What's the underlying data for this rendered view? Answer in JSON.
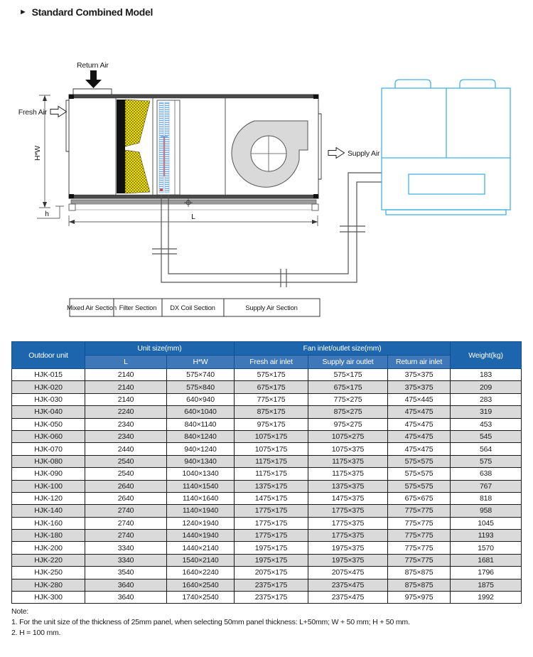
{
  "page": {
    "title_marker": "►",
    "title": "Standard Combined Model"
  },
  "diagram": {
    "labels": {
      "return_air": "Return Air",
      "fresh_air": "Fresh Air",
      "supply_air": "Supply Air",
      "height_width": "H*W",
      "base_height": "h",
      "length": "L"
    },
    "sections": [
      "Mixed Air Section",
      "Filter Section",
      "DX Coil Section",
      "Supply Air Section"
    ]
  },
  "table": {
    "header": {
      "outdoor_unit": "Outdoor unit",
      "unit_size_group": "Unit size(mm)",
      "fan_group": "Fan inlet/outlet size(mm)",
      "weight": "Weight(kg)",
      "sub": [
        "L",
        "H*W",
        "Fresh air inlet",
        "Supply air outlet",
        "Return air inlet"
      ]
    },
    "rows": [
      [
        "HJK-015",
        "2140",
        "575×740",
        "575×175",
        "575×175",
        "375×375",
        "183"
      ],
      [
        "HJK-020",
        "2140",
        "575×840",
        "675×175",
        "675×175",
        "375×375",
        "209"
      ],
      [
        "HJK-030",
        "2140",
        "640×940",
        "775×175",
        "775×275",
        "475×445",
        "283"
      ],
      [
        "HJK-040",
        "2240",
        "640×1040",
        "875×175",
        "875×275",
        "475×475",
        "319"
      ],
      [
        "HJK-050",
        "2340",
        "840×1140",
        "975×175",
        "975×275",
        "475×475",
        "453"
      ],
      [
        "HJK-060",
        "2340",
        "840×1240",
        "1075×175",
        "1075×275",
        "475×475",
        "545"
      ],
      [
        "HJK-070",
        "2440",
        "940×1240",
        "1075×175",
        "1075×375",
        "475×475",
        "564"
      ],
      [
        "HJK-080",
        "2540",
        "940×1340",
        "1175×175",
        "1175×375",
        "575×575",
        "575"
      ],
      [
        "HJK-090",
        "2540",
        "1040×1340",
        "1175×175",
        "1175×375",
        "575×575",
        "638"
      ],
      [
        "HJK-100",
        "2640",
        "1140×1540",
        "1375×175",
        "1375×375",
        "575×575",
        "767"
      ],
      [
        "HJK-120",
        "2640",
        "1140×1640",
        "1475×175",
        "1475×375",
        "675×675",
        "818"
      ],
      [
        "HJK-140",
        "2740",
        "1140×1940",
        "1775×175",
        "1775×375",
        "775×775",
        "958"
      ],
      [
        "HJK-160",
        "2740",
        "1240×1940",
        "1775×175",
        "1775×375",
        "775×775",
        "1045"
      ],
      [
        "HJK-180",
        "2740",
        "1440×1940",
        "1775×175",
        "1775×375",
        "775×775",
        "1193"
      ],
      [
        "HJK-200",
        "3340",
        "1440×2140",
        "1975×175",
        "1975×375",
        "775×775",
        "1570"
      ],
      [
        "HJK-220",
        "3340",
        "1540×2140",
        "1975×175",
        "1975×375",
        "775×775",
        "1681"
      ],
      [
        "HJK-250",
        "3540",
        "1640×2240",
        "2075×175",
        "2075×475",
        "875×875",
        "1796"
      ],
      [
        "HJK-280",
        "3640",
        "1640×2540",
        "2375×175",
        "2375×475",
        "875×875",
        "1875"
      ],
      [
        "HJK-300",
        "3640",
        "1740×2540",
        "2375×175",
        "2375×475",
        "975×975",
        "1992"
      ]
    ]
  },
  "notes": {
    "heading": "Note:",
    "items": [
      "1. For the unit size of the thickness of 25mm panel, when selecting 50mm panel thickness: L+50mm; W + 50 mm; H + 50 mm.",
      "2. H = 100 mm."
    ]
  },
  "colors": {
    "header_dark": "#1d66ae",
    "header_light": "#3f78b8",
    "row_alt": "#dadada",
    "filter_yellow": "#f2e205",
    "coil_blue": "#5599dd",
    "coil_red": "#dd4040",
    "fan_gray": "#d9d9d9",
    "outdoor_cyan": "#45b2e0",
    "pipe_gray": "#555555"
  }
}
